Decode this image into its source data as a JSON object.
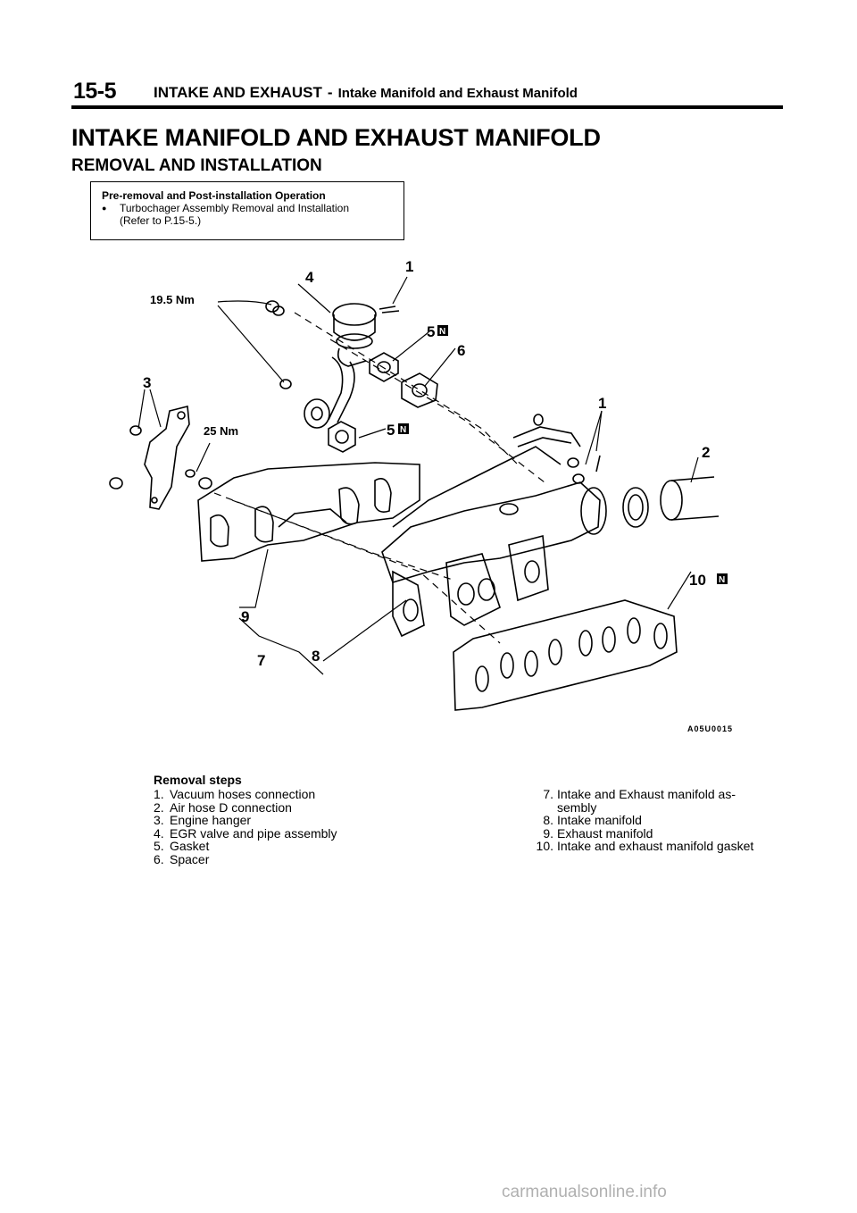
{
  "header": {
    "page_number": "15-5",
    "section": "INTAKE AND EXHAUST",
    "dash": "-",
    "subsection": "Intake Manifold and Exhaust Manifold"
  },
  "title": "INTAKE MANIFOLD AND EXHAUST MANIFOLD",
  "subtitle": "REMOVAL AND INSTALLATION",
  "pre_removal": {
    "title": "Pre-removal and Post-installation Operation",
    "bullet": "●",
    "item": "Turbochager Assembly Removal and Installation",
    "ref": "(Refer to P.15-5.)"
  },
  "diagram": {
    "torque_1": "19.5 Nm",
    "torque_2": "25 Nm",
    "callouts": {
      "c1_top": "1",
      "c4": "4",
      "c5_upper": "5",
      "c6": "6",
      "c3": "3",
      "c5_lower": "5",
      "c1_right": "1",
      "c2": "2",
      "c10": "10",
      "c9": "9",
      "c7": "7",
      "c8": "8"
    },
    "new_part_mark": "N",
    "figure_code": "A05U0015"
  },
  "removal_steps": {
    "title": "Removal steps",
    "left": [
      {
        "n": "1.",
        "t": "Vacuum hoses connection"
      },
      {
        "n": "2.",
        "t": "Air hose D connection"
      },
      {
        "n": "3.",
        "t": "Engine hanger"
      },
      {
        "n": "4.",
        "t": "EGR valve and pipe assembly"
      },
      {
        "n": "5.",
        "t": "Gasket"
      },
      {
        "n": "6.",
        "t": "Spacer"
      }
    ],
    "right": [
      {
        "n": "7.",
        "t": "Intake and Exhaust manifold as-"
      },
      {
        "n": "",
        "t": "sembly"
      },
      {
        "n": "8.",
        "t": "Intake manifold"
      },
      {
        "n": "9.",
        "t": "Exhaust manifold"
      },
      {
        "n": "10.",
        "t": "Intake and exhaust manifold gasket"
      }
    ]
  },
  "watermark": "carmanualsonline.info"
}
